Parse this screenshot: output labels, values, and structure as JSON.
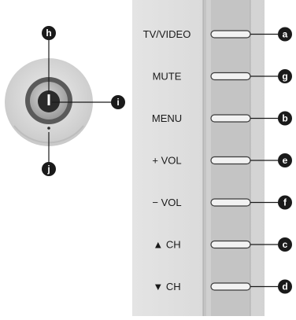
{
  "buttons": [
    {
      "label": "TV/VIDEO",
      "callout": "a"
    },
    {
      "label": "MUTE",
      "callout": "g"
    },
    {
      "label": "MENU",
      "callout": "b"
    },
    {
      "label": "+ VOL",
      "callout": "e"
    },
    {
      "label": "− VOL",
      "callout": "f"
    },
    {
      "label": "▲ CH",
      "callout": "c"
    },
    {
      "label": "▼ CH",
      "callout": "d"
    }
  ],
  "power_callouts": {
    "top": "h",
    "right": "i",
    "bottom": "j"
  },
  "colors": {
    "panel": "#d9d9d9",
    "panel_dark": "#b9b9b9",
    "callout": "#1a1a1a"
  }
}
